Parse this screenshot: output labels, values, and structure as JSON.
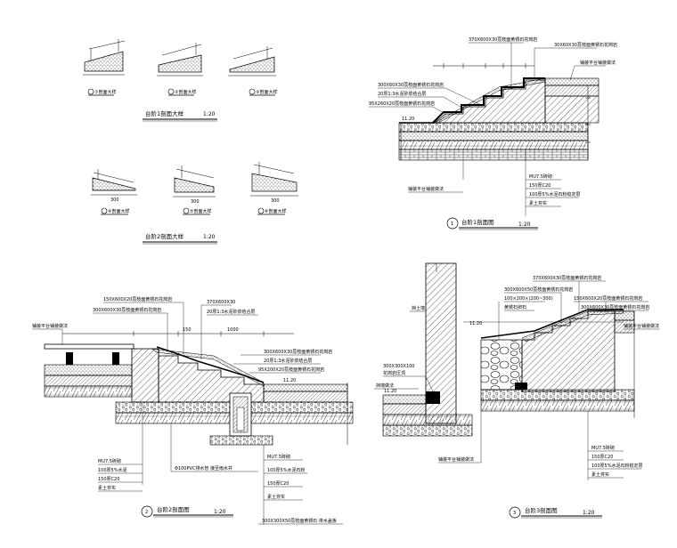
{
  "top_left": {
    "row1": {
      "details": [
        {
          "label": "①剖面大样"
        },
        {
          "label": "②剖面大样"
        },
        {
          "label": "③剖面大样"
        }
      ],
      "title": "台阶1剖面大样",
      "scale": "1:20"
    },
    "row2": {
      "details": [
        {
          "label": "④剖面大样",
          "dim": "300"
        },
        {
          "label": "⑤剖面大样",
          "dim": "300"
        },
        {
          "label": "⑥剖面大样",
          "dim": "300"
        }
      ],
      "title": "台阶2剖面大样",
      "scale": "1:20"
    }
  },
  "section1": {
    "number": "1",
    "title": "台阶1剖面图",
    "scale": "1:20",
    "callouts_top": [
      "370X600X30荔枝面黄锈石花岗岩",
      "30X60X30荔枝面黄锈石花岗岩",
      "300X60X30荔枝面黄锈石花岗岩",
      "20厚1:3水泥砂浆结合层",
      "95X260X20荔枝面黄锈石花岗岩"
    ],
    "callouts_right": [
      "铺装平台铺装做法"
    ],
    "callouts_bottom": [
      "铺装平台铺装做法",
      "MU7.5砖砌",
      "150厚C20",
      "100厚5%水泥石粉稳定层",
      "素土夯实"
    ],
    "level": "11.20"
  },
  "section2": {
    "number": "2",
    "title": "台阶2剖面图",
    "scale": "1:20",
    "callouts_top": [
      "150X600X20荔枝面黄锈石花岗岩",
      "300X600X30荔枝面黄锈石花岗岩",
      "370X600X30",
      "20厚1:3水泥砂浆结合层"
    ],
    "callouts_mid": [
      "300X600X30荔枝面黄锈石花岗岩",
      "20厚1:3水泥砂浆结合层",
      "95X200X20荔枝面黄锈石花岗岩"
    ],
    "callouts_left": [
      "铺装平台铺装做法"
    ],
    "callouts_bottom": [
      "MU7.5砖砌",
      "100厚5%水泥",
      "150厚C20",
      "素土夯实",
      "Φ100PVC排水管 接至雨水井"
    ],
    "callouts_right_bottom": [
      "MU7.5砖砌",
      "100厚5%水泥石粉",
      "150厚C20",
      "素土夯实"
    ],
    "callout_last": "300X300X50荔枝面黄锈石 排水盖板",
    "dims": [
      "150",
      "1000"
    ],
    "level": "11.20"
  },
  "section3": {
    "number": "3",
    "title": "台阶3剖面图",
    "scale": "1:20",
    "callouts_top": [
      "370X600X30荔枝面黄锈石花岗岩",
      "300X600X50荔枝面黄锈石花岗岩",
      "100×200×(200~300)",
      "黄锈石卵石",
      "150X600X20荔枝面黄锈石花岗岩",
      "300X600X30荔枝面黄锈石花岗岩"
    ],
    "callouts_left": [
      "挡土墙",
      "300X300X100",
      "花岗岩压顶",
      "挡墙做法"
    ],
    "callouts_bottom": [
      "铺装平台铺装做法",
      "MU7.5砖砌",
      "150厚C20",
      "100厚5%水泥石粉稳定层",
      "素土夯实"
    ],
    "callouts_right": [
      "铺装平台铺装做法"
    ],
    "levels": [
      "11.20",
      "11.20"
    ]
  }
}
